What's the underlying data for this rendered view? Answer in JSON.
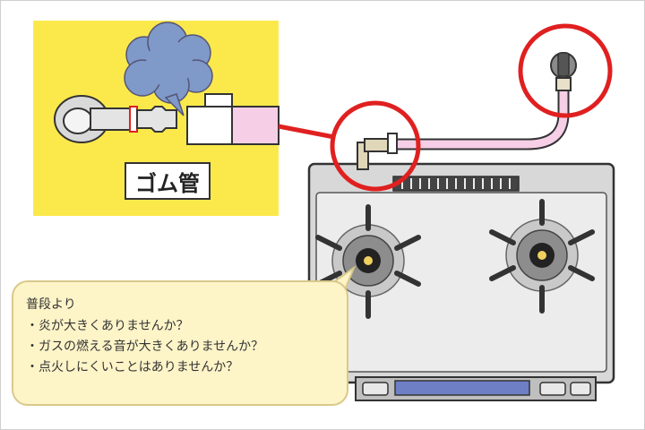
{
  "inset": {
    "label": "ゴム管",
    "background": "#fbe94c"
  },
  "notes": {
    "title": "普段より",
    "items": [
      "・炎が大きくありませんか？",
      "・ガスの燃える音が大きくありませんか？",
      "・点火しにくいことはありませんか？"
    ]
  },
  "colors": {
    "highlight_circle": "#e02020",
    "hose": "#f6cfe6",
    "smoke": "#7f99c9",
    "note_bg": "#fdf4c8"
  }
}
